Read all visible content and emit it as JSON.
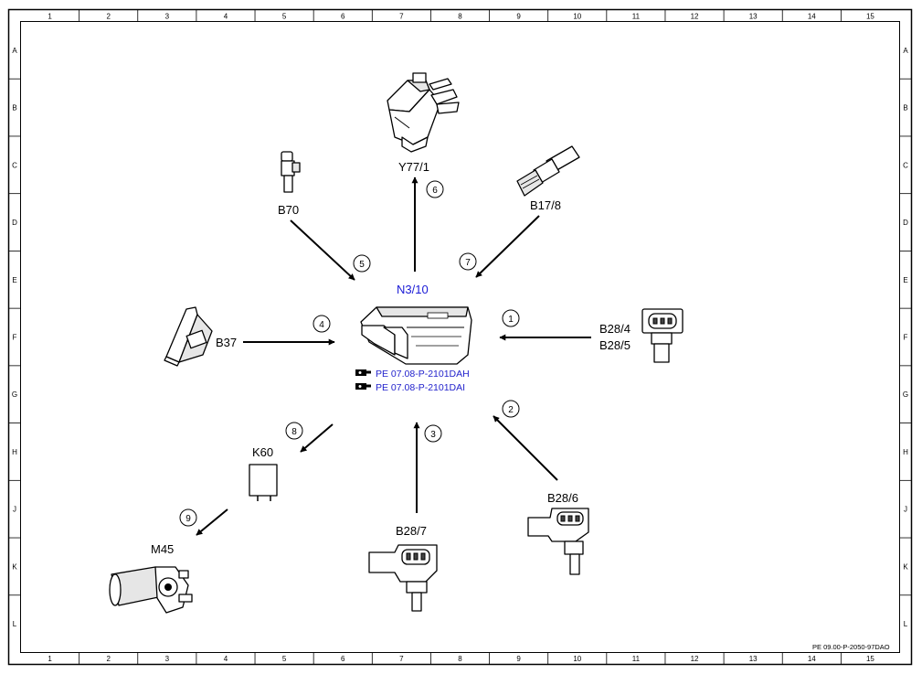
{
  "frame": {
    "columns": [
      "1",
      "2",
      "3",
      "4",
      "5",
      "6",
      "7",
      "8",
      "9",
      "10",
      "11",
      "12",
      "13",
      "14",
      "15"
    ],
    "rows": [
      "A",
      "B",
      "C",
      "D",
      "E",
      "F",
      "G",
      "H",
      "J",
      "K",
      "L"
    ],
    "footer_code": "PE 09.00-P-2050-97DAO"
  },
  "center": {
    "label": "N3/10",
    "refs": [
      "PE 07.08-P-2101DAH",
      "PE 07.08-P-2101DAI"
    ]
  },
  "components": [
    {
      "id": "y77_1",
      "label": "Y77/1",
      "step": "6",
      "direction": "output"
    },
    {
      "id": "b70",
      "label": "B70",
      "step": "5",
      "direction": "input"
    },
    {
      "id": "b17_8",
      "label": "B17/8",
      "step": "7",
      "direction": "input"
    },
    {
      "id": "b37",
      "label": "B37",
      "step": "4",
      "direction": "input"
    },
    {
      "id": "b28_4_5",
      "label": "B28/4",
      "label2": "B28/5",
      "step": "1",
      "direction": "input"
    },
    {
      "id": "b28_6",
      "label": "B28/6",
      "step": "2",
      "direction": "input"
    },
    {
      "id": "b28_7",
      "label": "B28/7",
      "step": "3",
      "direction": "input"
    },
    {
      "id": "k60",
      "label": "K60",
      "step": "8",
      "direction": "output"
    },
    {
      "id": "m45",
      "label": "M45",
      "step": "9",
      "direction": "output"
    }
  ]
}
